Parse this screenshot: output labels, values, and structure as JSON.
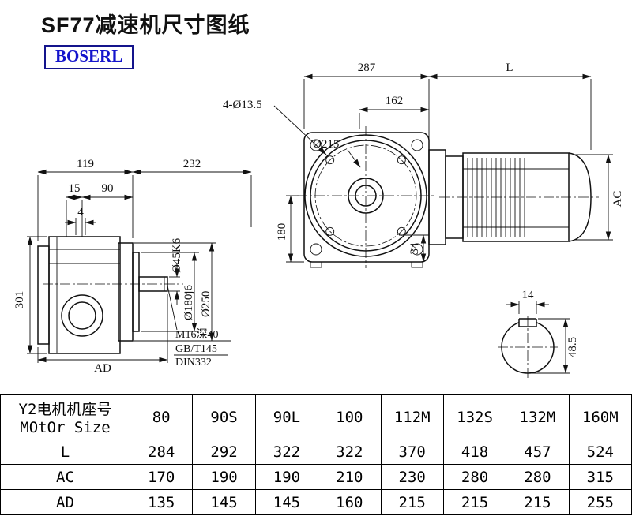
{
  "page": {
    "title": "SF77减速机尺寸图纸",
    "brand": "BOSERL"
  },
  "drawing": {
    "dims": {
      "d119": "119",
      "d232": "232",
      "d15": "15",
      "d90": "90",
      "d4": "4",
      "d301": "301",
      "dAD": "AD",
      "shaft_dia": "Ø45K6",
      "spigot_dia": "Ø180j6",
      "flange_dia": "Ø250",
      "tap_note1": "M16深40",
      "tap_note2": "GB/T145",
      "tap_note3": "DIN332",
      "d287": "287",
      "d162": "162",
      "dL": "L",
      "holes": "4-Ø13.5",
      "d215": "Ø215",
      "d180": "180",
      "d34": "34",
      "dAC": "AC",
      "key_w": "14",
      "key_h": "48.5"
    }
  },
  "table": {
    "header": {
      "line1": "Y2电机机座号",
      "line2": "MOtOr Size"
    },
    "sizes": [
      "80",
      "90S",
      "90L",
      "100",
      "112M",
      "132S",
      "132M",
      "160M"
    ],
    "rows": [
      {
        "label": "L",
        "values": [
          "284",
          "292",
          "322",
          "322",
          "370",
          "418",
          "457",
          "524"
        ]
      },
      {
        "label": "AC",
        "values": [
          "170",
          "190",
          "190",
          "210",
          "230",
          "280",
          "280",
          "315"
        ]
      },
      {
        "label": "AD",
        "values": [
          "135",
          "145",
          "145",
          "160",
          "215",
          "215",
          "215",
          "255"
        ]
      }
    ]
  }
}
